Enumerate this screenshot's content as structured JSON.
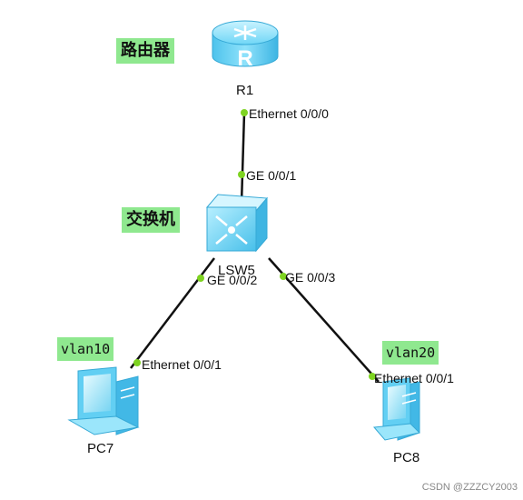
{
  "devices": {
    "router": {
      "name": "R1",
      "tag": "路由器",
      "port": "Ethernet 0/0/0"
    },
    "switch": {
      "name": "LSW5",
      "tag": "交换机",
      "port_up": "GE 0/0/1",
      "port_left": "GE 0/0/2",
      "port_right": "GE 0/0/3"
    },
    "pc7": {
      "name": "PC7",
      "tag": "vlan10",
      "port": "Ethernet 0/0/1"
    },
    "pc8": {
      "name": "PC8",
      "tag": "vlan20",
      "port": "Ethernet 0/0/1"
    }
  },
  "colors": {
    "port_dot": "#7ed321",
    "tag_bg": "#8fe88f",
    "device_blue": "#5ecdf0",
    "link": "#111111"
  },
  "watermark": "CSDN @ZZZCY2003"
}
